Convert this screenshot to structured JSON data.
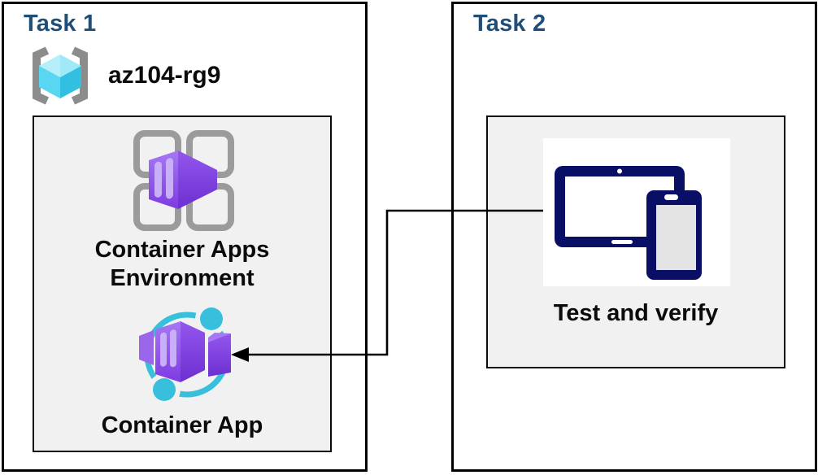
{
  "task1": {
    "title": "Task 1",
    "resource_group": {
      "name": "az104-rg9",
      "icon": "resource-group-icon"
    },
    "environment": {
      "label": "Container Apps Environment",
      "icon": "container-apps-environment-icon"
    },
    "container_app": {
      "label": "Container App",
      "icon": "container-app-icon"
    }
  },
  "task2": {
    "title": "Task 2",
    "test": {
      "label": "Test and verify",
      "icon": "devices-icon"
    }
  },
  "connector": {
    "from": "devices-icon",
    "to": "container-app-icon",
    "style": "elbow-arrow"
  },
  "colors": {
    "heading": "#1F4E79",
    "label_text": "#0b0b0b",
    "box_border": "#000000",
    "panel_bg": "#F1F1F1",
    "canvas_bg": "#FFFFFF",
    "purple_front": "#9A66F0",
    "purple_dark": "#6D2FD0",
    "purple_stripe": "#C9AFF7",
    "teal_ring": "#38BFDC",
    "cube_cyan_light": "#B5EFFA",
    "cube_cyan_mid": "#59D7F2",
    "cube_cyan_dark": "#31C0DF",
    "bracket_gray": "#8C8C8C",
    "grid_gray": "#9B9B9B",
    "device_navy": "#0A0F66"
  }
}
